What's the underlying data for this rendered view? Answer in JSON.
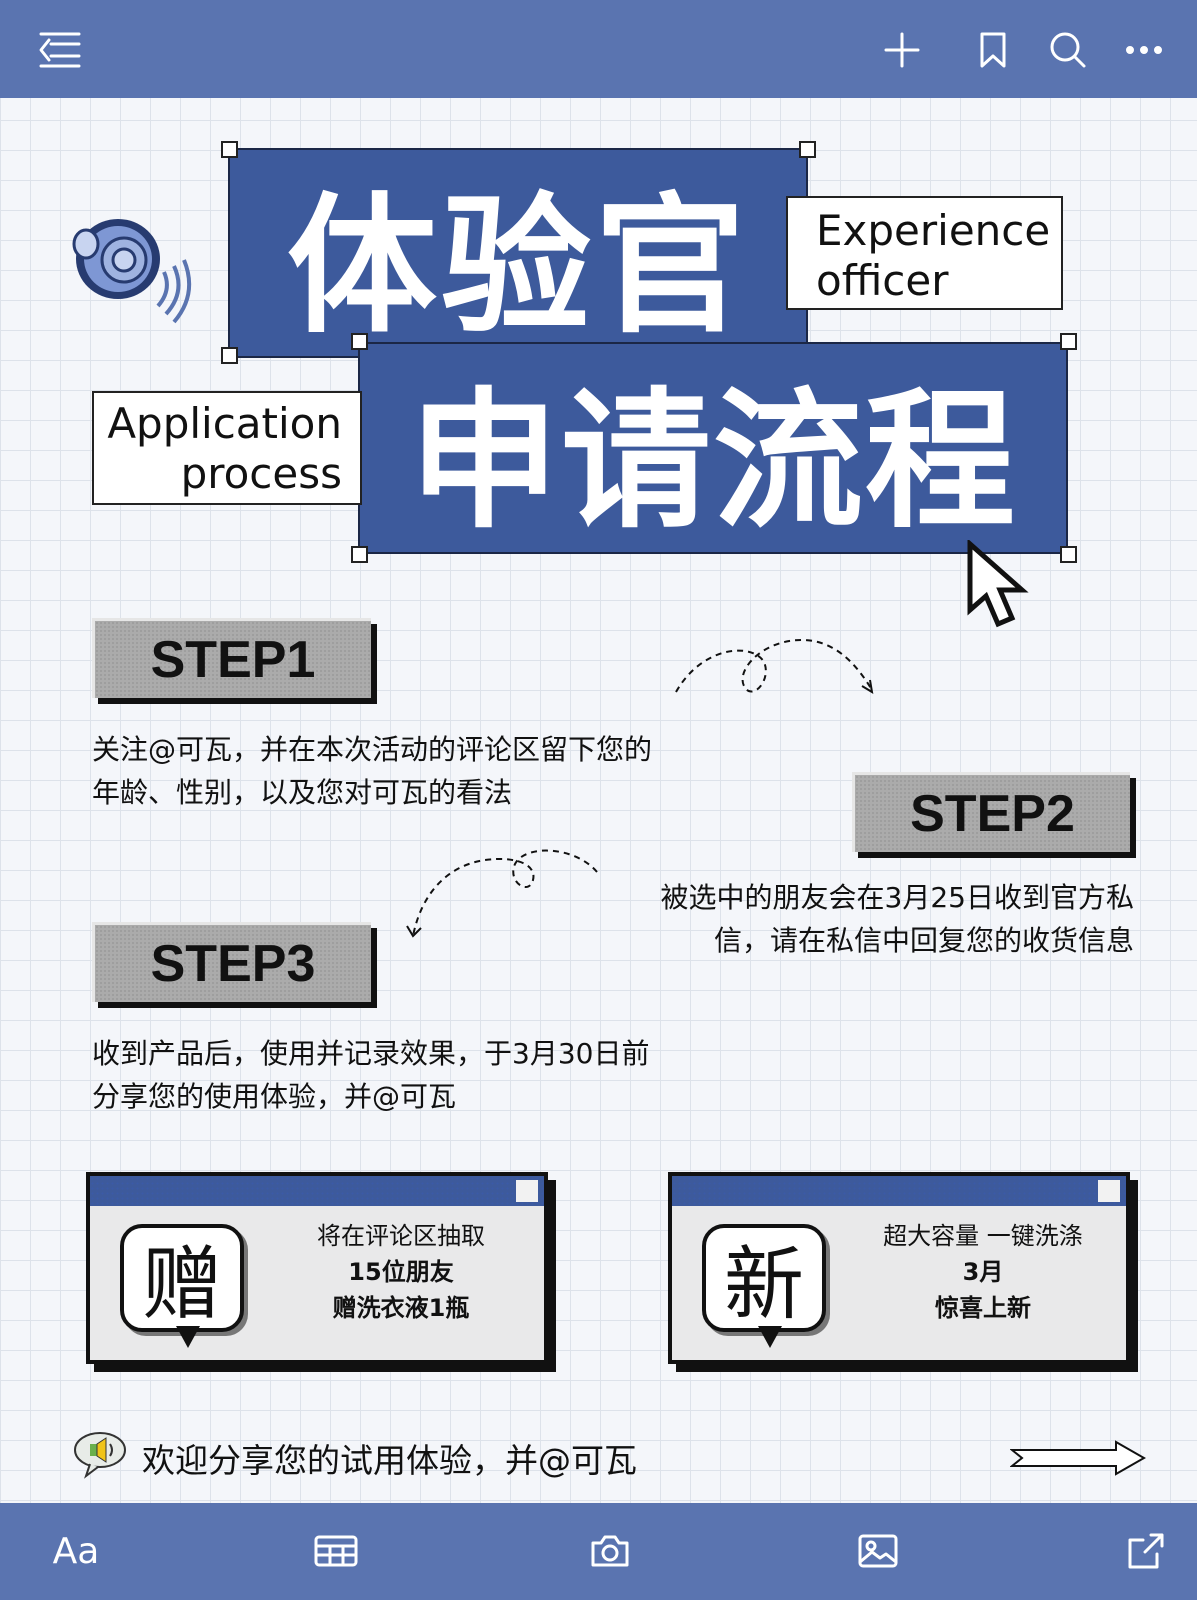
{
  "colors": {
    "bar": "#5a74b0",
    "accent": "#3d5a9c"
  },
  "topbar": {
    "icons": [
      "menu-collapse-icon",
      "plus-icon",
      "bookmark-icon",
      "search-icon",
      "more-icon"
    ]
  },
  "title": {
    "line1": "体验官",
    "line2": "申请流程",
    "en1": "Experience\nofficer",
    "en2": "Application\nprocess"
  },
  "steps": [
    {
      "label": "STEP1",
      "text": "关注@可瓦，并在本次活动的评论区留下您的\n年龄、性别，以及您对可瓦的看法"
    },
    {
      "label": "STEP2",
      "text": "被选中的朋友会在3月25日收到官方私\n信，请在私信中回复您的收货信息"
    },
    {
      "label": "STEP3",
      "text": "收到产品后，使用并记录效果，于3月30日前\n分享您的使用体验，并@可瓦"
    }
  ],
  "cards": [
    {
      "char": "赠",
      "line1": "将在评论区抽取",
      "line2": "15位朋友",
      "line3": "赠洗衣液1瓶"
    },
    {
      "char": "新",
      "line1": "超大容量 一键洗涤",
      "line2": "3月",
      "line3": "惊喜上新"
    }
  ],
  "footer": {
    "text": "欢迎分享您的试用体验，并@可瓦"
  },
  "bottombar": {
    "aa_label": "Aa",
    "icons": [
      "table-icon",
      "camera-icon",
      "image-icon",
      "share-icon"
    ]
  }
}
